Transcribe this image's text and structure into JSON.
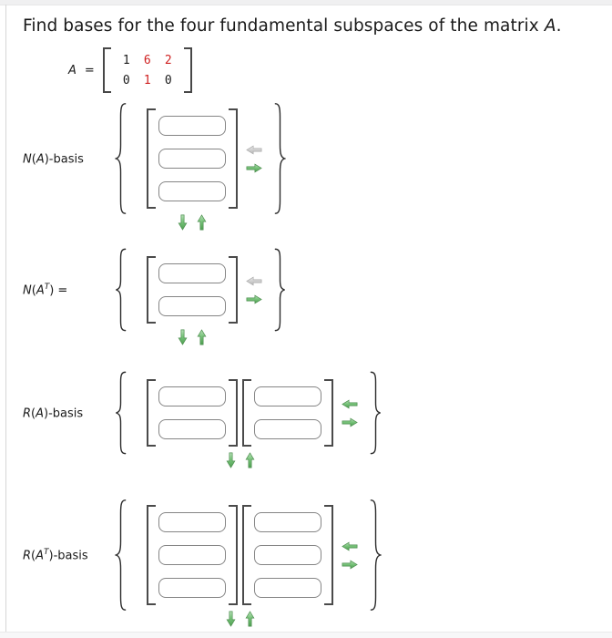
{
  "page": {
    "title_text": "Find bases for the four fundamental subspaces of the matrix ",
    "title_var": "A",
    "title_end": "."
  },
  "matrix": {
    "var": "A",
    "eq": "=",
    "cells": [
      [
        "1",
        "6",
        "2"
      ],
      [
        "0",
        "1",
        "0"
      ]
    ],
    "red_cells": [
      [
        0,
        1
      ],
      [
        0,
        2
      ],
      [
        1,
        1
      ]
    ]
  },
  "rows": [
    {
      "name": "N(A)-basis",
      "label": {
        "func": "N",
        "lp": "(",
        "arg": "A",
        "sup": "",
        "rp": ")",
        "post": "-basis"
      },
      "vector_count": 1,
      "entries_per_vector": 3,
      "inputs": [
        [
          "",
          "",
          ""
        ]
      ],
      "left_arrow_state": "disabled",
      "right_arrow_state": "enabled",
      "down_arrow_state": "enabled",
      "up_arrow_state": "enabled"
    },
    {
      "name": "N(A^T) =",
      "label": {
        "func": "N",
        "lp": "(",
        "arg": "A",
        "sup": "T",
        "rp": ")",
        "post": " ="
      },
      "vector_count": 1,
      "entries_per_vector": 2,
      "inputs": [
        [
          "",
          ""
        ]
      ],
      "left_arrow_state": "disabled",
      "right_arrow_state": "enabled",
      "down_arrow_state": "enabled",
      "up_arrow_state": "enabled"
    },
    {
      "name": "R(A)-basis",
      "label": {
        "func": "R",
        "lp": "(",
        "arg": "A",
        "sup": "",
        "rp": ")",
        "post": "-basis"
      },
      "vector_count": 2,
      "entries_per_vector": 2,
      "inputs": [
        [
          "",
          ""
        ],
        [
          "",
          ""
        ]
      ],
      "left_arrow_state": "enabled",
      "right_arrow_state": "enabled",
      "down_arrow_state": "enabled",
      "up_arrow_state": "enabled"
    },
    {
      "name": "R(A^T)-basis",
      "label": {
        "func": "R",
        "lp": "(",
        "arg": "A",
        "sup": "T",
        "rp": ")",
        "post": "-basis"
      },
      "vector_count": 2,
      "entries_per_vector": 3,
      "inputs": [
        [
          "",
          "",
          ""
        ],
        [
          "",
          "",
          ""
        ]
      ],
      "left_arrow_state": "enabled",
      "right_arrow_state": "enabled",
      "down_arrow_state": "enabled",
      "up_arrow_state": "enabled"
    }
  ],
  "icons": {
    "left_arrow": "block-arrow-left",
    "right_arrow": "block-arrow-right",
    "down_arrow": "block-arrow-down",
    "up_arrow": "block-arrow-up"
  },
  "colors": {
    "arrow_green": "#72c072",
    "arrow_disabled": "#cfcfcf",
    "matrix_red": "#cf2121",
    "box_border": "#858585",
    "bracket": "#474747"
  }
}
